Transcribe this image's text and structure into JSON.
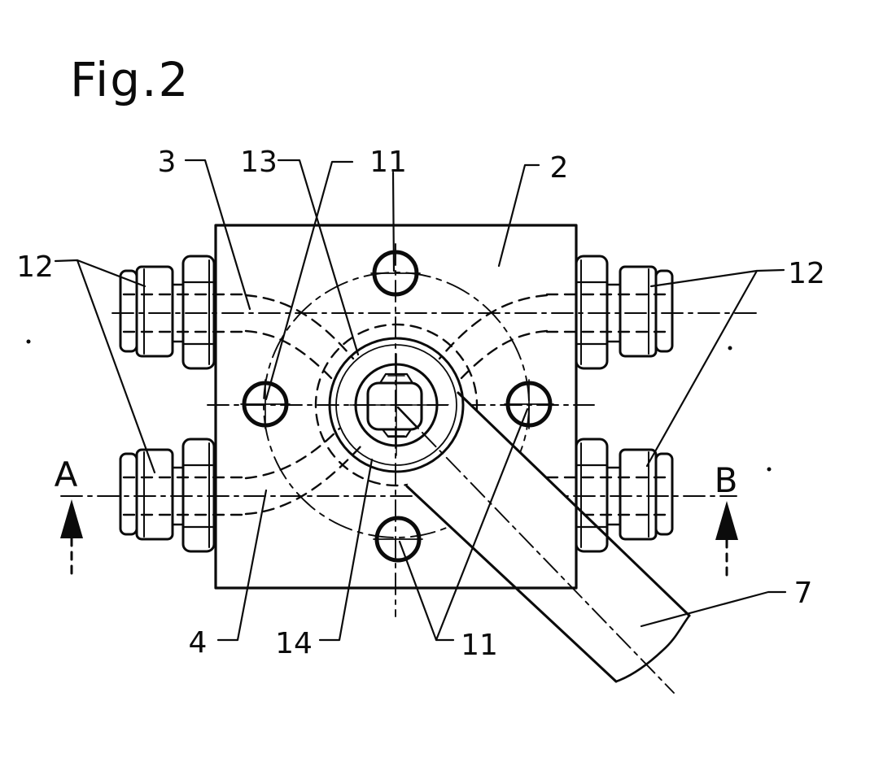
{
  "figure": {
    "title": "Fig.2"
  },
  "labels": {
    "part2": "2",
    "part3": "3",
    "part4": "4",
    "part7": "7",
    "part11_top": "11",
    "part11_bottom": "11",
    "part12_left": "12",
    "part12_right": "12",
    "part13": "13",
    "part14": "14",
    "section_a": "A",
    "section_b": "B"
  },
  "colors": {
    "ink": "#0b0b0b",
    "paper": "#ffffff"
  }
}
